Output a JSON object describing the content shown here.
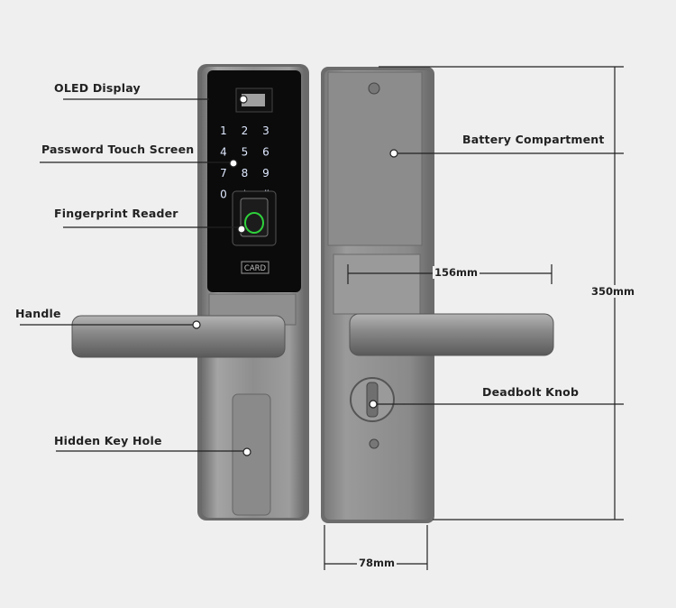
{
  "labels": {
    "oled_display": "OLED Display",
    "password_touch_screen": "Password Touch Screen",
    "fingerprint_reader": "Fingerprint Reader",
    "handle": "Handle",
    "hidden_key_hole": "Hidden Key Hole",
    "battery_compartment": "Battery Compartment",
    "deadbolt_knob": "Deadbolt Knob"
  },
  "dimensions": {
    "handle_length": "156mm",
    "height": "350mm",
    "width": "78mm"
  },
  "keypad": [
    "1",
    "2",
    "3",
    "4",
    "5",
    "6",
    "7",
    "8",
    "9",
    "0",
    "*",
    "#"
  ],
  "card_text": "CARD",
  "colors": {
    "background": "#efefef",
    "steel": "#8c8c8c",
    "panel_black": "#0b0b0b",
    "key_glow": "#dfe9ff",
    "fingerprint_glow": "#33ff44",
    "line": "#222222"
  }
}
